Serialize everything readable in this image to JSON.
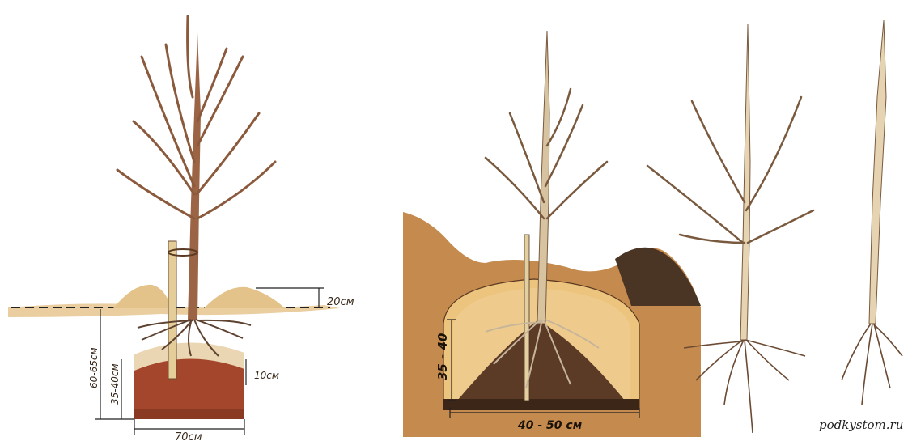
{
  "diagram_left": {
    "label_mound_height": "20см",
    "label_total_depth": "60-65см",
    "label_fill_depth": "35-40см",
    "label_layer": "10см",
    "label_width": "70см"
  },
  "diagram_right": {
    "label_depth": "35 - 40",
    "label_width": "40 - 50 см"
  },
  "watermark": "podkystom.ru",
  "colors": {
    "soil_surface": "#e2c48d",
    "soil_dark": "#a1452a",
    "sand_layer": "#e8d3b0",
    "bark": "#8b5a3c",
    "root": "#6b4a33",
    "earth_mound": "#c8915a",
    "pit_bg": "#e9c27a",
    "pit_inner": "#7a4a2e"
  }
}
